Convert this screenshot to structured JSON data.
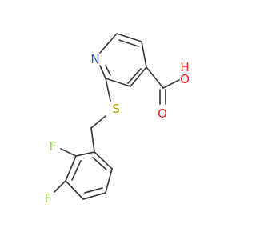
{
  "molecule": {
    "atoms": {
      "nitrogen": {
        "symbol": "N",
        "color": "#3050f8"
      },
      "sulfur": {
        "symbol": "S",
        "color": "#b8a000"
      },
      "oxygen_carbonyl": {
        "symbol": "O",
        "color": "#ff2020"
      },
      "oxygen_hydroxyl": {
        "symbol": "O",
        "color": "#ff2020"
      },
      "hydroxyl_hydrogen": {
        "symbol": "H",
        "color": "#ff2020"
      },
      "fluorine_2": {
        "symbol": "F",
        "color": "#90d050"
      },
      "fluorine_3": {
        "symbol": "F",
        "color": "#90d050"
      }
    },
    "bond_color": "#3c3c3c"
  }
}
